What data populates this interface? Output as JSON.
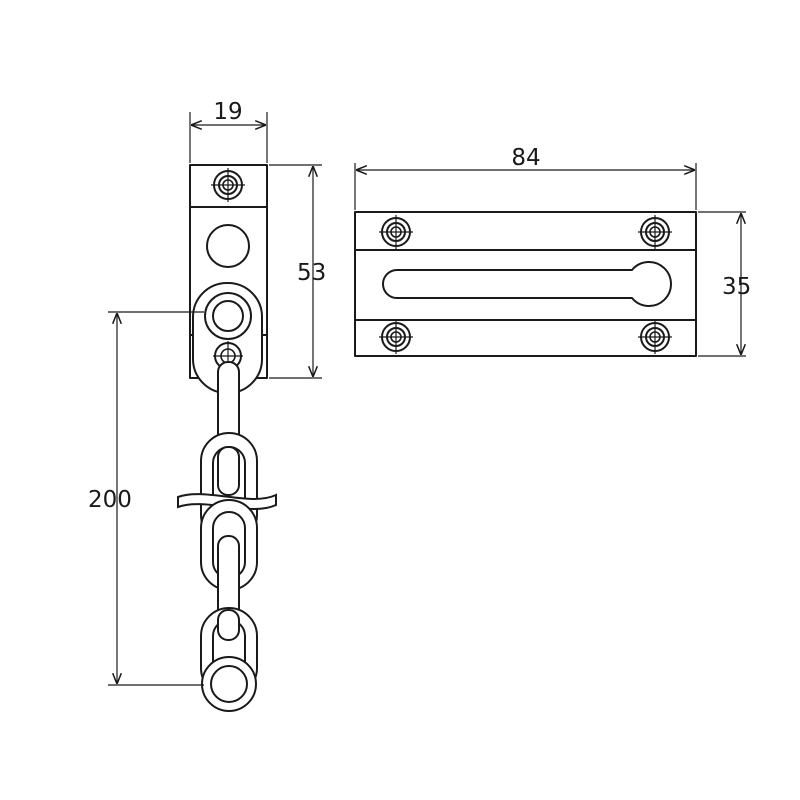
{
  "dimensions": {
    "plate_width": "19",
    "plate_height": "53",
    "chain_length": "200",
    "slide_length": "84",
    "slide_height": "35"
  },
  "colors": {
    "line": "#1a1a1a",
    "background": "#ffffff"
  }
}
